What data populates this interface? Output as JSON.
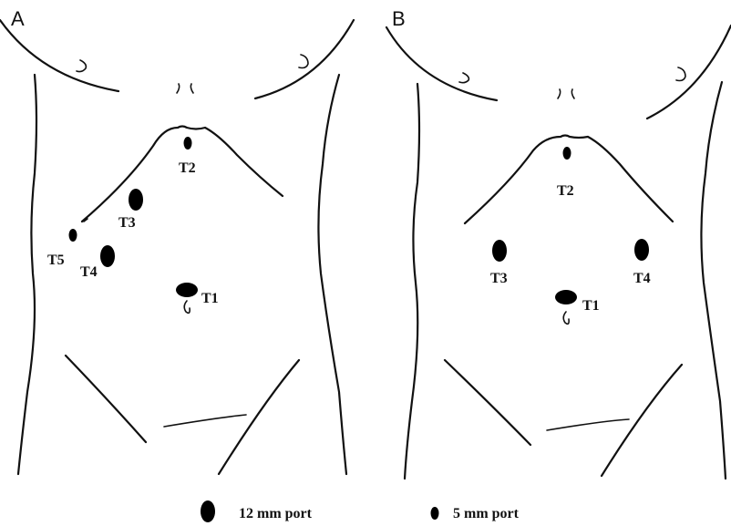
{
  "figure": {
    "panels": [
      {
        "letter": "A",
        "ports": [
          {
            "label": "T1",
            "size": "12 mm"
          },
          {
            "label": "T2",
            "size": "5 mm"
          },
          {
            "label": "T3",
            "size": "12 mm"
          },
          {
            "label": "T4",
            "size": "12 mm"
          },
          {
            "label": "T5",
            "size": "5 mm"
          }
        ]
      },
      {
        "letter": "B",
        "ports": [
          {
            "label": "T1",
            "size": "12 mm"
          },
          {
            "label": "T2",
            "size": "5 mm"
          },
          {
            "label": "T3",
            "size": "12 mm"
          },
          {
            "label": "T4",
            "size": "12 mm"
          }
        ]
      }
    ],
    "legend": {
      "large_label": "12 mm port",
      "small_label": "5 mm port"
    }
  }
}
